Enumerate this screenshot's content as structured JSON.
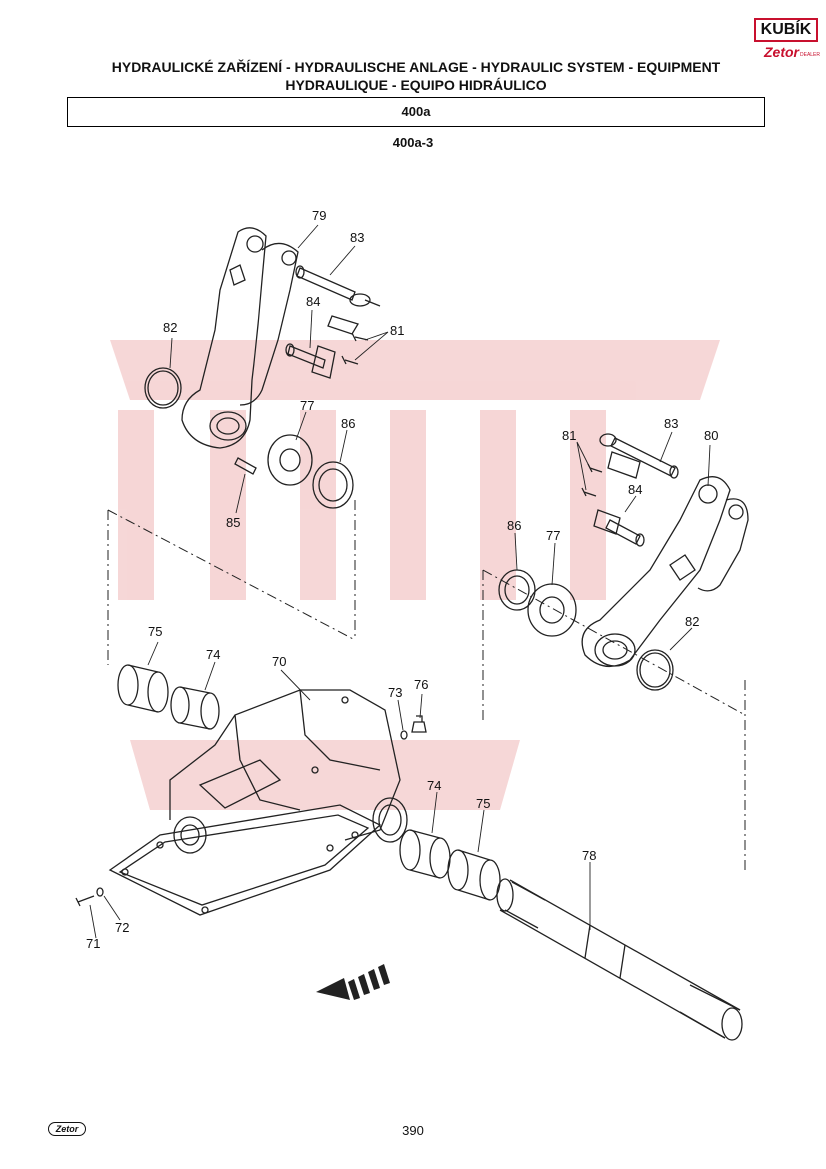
{
  "header": {
    "title_line1": "HYDRAULICKÉ ZAŘÍZENÍ - HYDRAULISCHE ANLAGE - HYDRAULIC SYSTEM - EQUIPMENT",
    "title_line2": "HYDRAULIQUE - EQUIPO HIDRÁULICO",
    "section": "400a",
    "subsection": "400a-3"
  },
  "logo": {
    "kubik": "KUBÍK",
    "zetor": "Zetor",
    "dealer": "DEALER"
  },
  "callouts": {
    "c79": "79",
    "c83a": "83",
    "c84a": "84",
    "c81a": "81",
    "c82a": "82",
    "c77a": "77",
    "c86a": "86",
    "c85": "85",
    "c81b": "81",
    "c83b": "83",
    "c80": "80",
    "c84b": "84",
    "c86b": "86",
    "c77b": "77",
    "c82b": "82",
    "c75a": "75",
    "c74a": "74",
    "c70": "70",
    "c73": "73",
    "c76": "76",
    "c74b": "74",
    "c75b": "75",
    "c78": "78",
    "c71": "71",
    "c72": "72"
  },
  "footer": {
    "logo": "Zetor",
    "page_number": "390"
  },
  "colors": {
    "watermark": "#f3c9c9",
    "line": "#222222"
  }
}
